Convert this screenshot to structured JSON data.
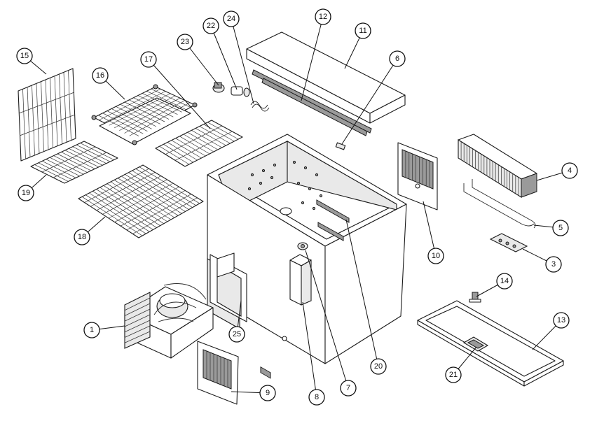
{
  "callouts": [
    {
      "id": "c1",
      "label": "1"
    },
    {
      "id": "c3",
      "label": "3"
    },
    {
      "id": "c4",
      "label": "4"
    },
    {
      "id": "c5",
      "label": "5"
    },
    {
      "id": "c6",
      "label": "6"
    },
    {
      "id": "c7",
      "label": "7"
    },
    {
      "id": "c8",
      "label": "8"
    },
    {
      "id": "c9",
      "label": "9"
    },
    {
      "id": "c10",
      "label": "10"
    },
    {
      "id": "c11",
      "label": "11"
    },
    {
      "id": "c12",
      "label": "12"
    },
    {
      "id": "c13",
      "label": "13"
    },
    {
      "id": "c14",
      "label": "14"
    },
    {
      "id": "c15",
      "label": "15"
    },
    {
      "id": "c16",
      "label": "16"
    },
    {
      "id": "c17",
      "label": "17"
    },
    {
      "id": "c18",
      "label": "18"
    },
    {
      "id": "c19",
      "label": "19"
    },
    {
      "id": "c20",
      "label": "20"
    },
    {
      "id": "c21",
      "label": "21"
    },
    {
      "id": "c22",
      "label": "22"
    },
    {
      "id": "c23",
      "label": "23"
    },
    {
      "id": "c24",
      "label": "24"
    },
    {
      "id": "c25",
      "label": "25"
    }
  ]
}
